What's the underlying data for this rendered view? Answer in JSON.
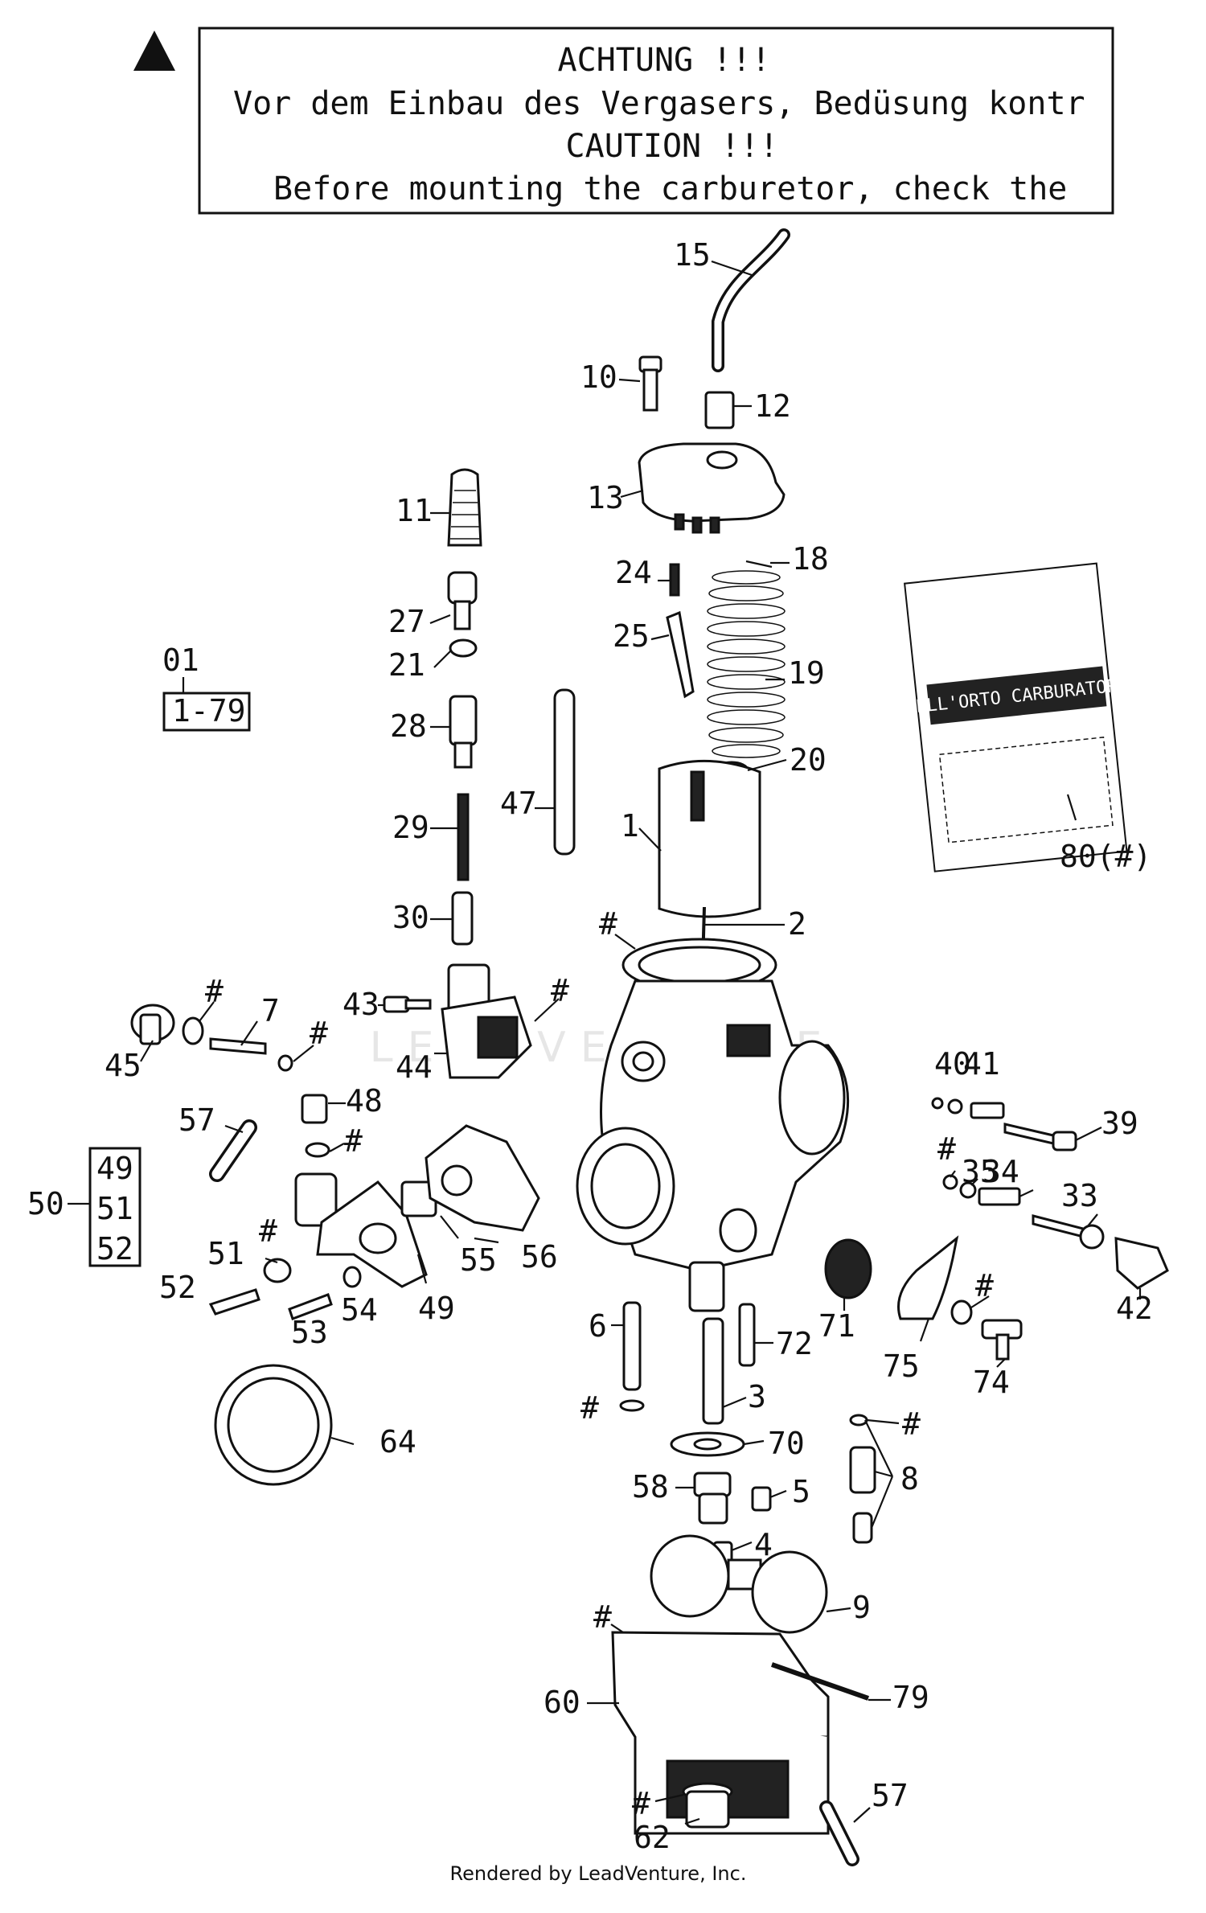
{
  "warning": {
    "icon": "warning-triangle-icon",
    "line1": "ACHTUNG !!!",
    "line2": "Vor dem Einbau des Vergasers, Bedüsung kontr",
    "line3": "CAUTION !!!",
    "line4": "Before mounting the carburetor, check the"
  },
  "kit": {
    "code": "01",
    "range": "1-79"
  },
  "group50": {
    "label": "50",
    "items": [
      "49",
      "51",
      "52"
    ]
  },
  "callouts": [
    "15",
    "10",
    "12",
    "13",
    "11",
    "18",
    "24",
    "27",
    "25",
    "21",
    "19",
    "28",
    "20",
    "47",
    "1",
    "29",
    "80(#)",
    "30",
    "2",
    "#",
    "43",
    "#",
    "7",
    "#",
    "44",
    "45",
    "#",
    "41",
    "40",
    "39",
    "48",
    "57",
    "#",
    "#",
    "35",
    "34",
    "33",
    "56",
    "55",
    "#",
    "51",
    "42",
    "52",
    "49",
    "53",
    "54",
    "#",
    "71",
    "6",
    "72",
    "75",
    "74",
    "3",
    "#",
    "#",
    "70",
    "64",
    "8",
    "58",
    "5",
    "4",
    "9",
    "#",
    "79",
    "60",
    "57",
    "#",
    "62"
  ],
  "logo_text": "DELL'ORTO CARBURATORI",
  "watermark": "LEADVENTURE",
  "footer": "Rendered by LeadVenture, Inc."
}
